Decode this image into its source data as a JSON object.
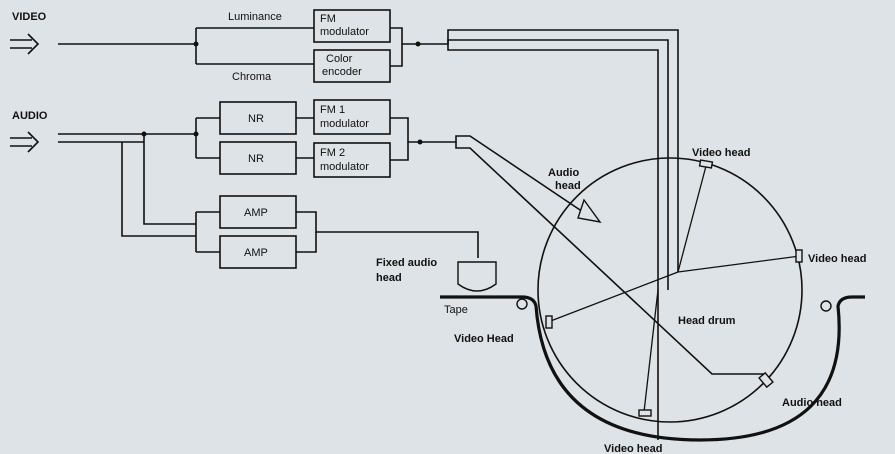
{
  "inputs": {
    "video": "VIDEO",
    "audio": "AUDIO"
  },
  "signals": {
    "luminance": "Luminance",
    "chroma": "Chroma"
  },
  "blocks": {
    "fm_modulator": [
      "FM",
      "modulator"
    ],
    "color_encoder": [
      "Color",
      "encoder"
    ],
    "nr1": "NR",
    "nr2": "NR",
    "fm1_modulator": [
      "FM 1",
      "modulator"
    ],
    "fm2_modulator": [
      "FM 2",
      "modulator"
    ],
    "amp1": "AMP",
    "amp2": "AMP"
  },
  "labels": {
    "fixed_audio_head": [
      "Fixed audio",
      "head"
    ],
    "tape": "Tape",
    "audio_head_top": [
      "Audio",
      "head"
    ],
    "video_head_top": "Video head",
    "video_head_right": "Video head",
    "video_head_left": "Video Head",
    "video_head_bottom": "Video head",
    "audio_head_bottom": "Audio head",
    "head_drum": "Head drum"
  }
}
